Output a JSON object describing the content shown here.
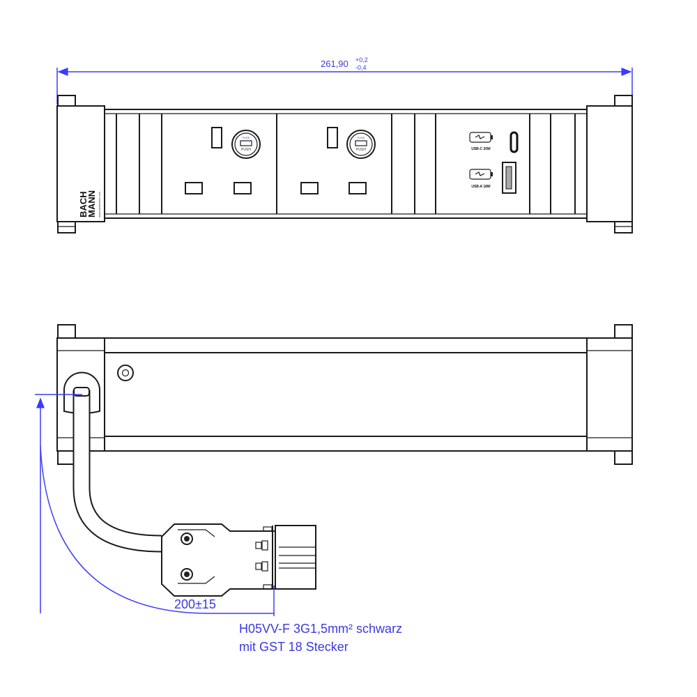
{
  "dimensions": {
    "overall_length": "261,90",
    "tolerance_upper": "+0,2",
    "tolerance_lower": "-0,4",
    "cable_length": "200±15"
  },
  "brand": {
    "line1": "BACH",
    "line2": "MANN",
    "url": "www.bachmann.com"
  },
  "socket": {
    "fuse_label": "FUSE",
    "push_label": "PUSH"
  },
  "usb": {
    "usb_c_label": "USB-C 20W",
    "usb_a_label": "USB-A 18W"
  },
  "cable_note": {
    "line1": "H05VV-F 3G1,5mm² schwarz",
    "line2": "mit GST 18 Stecker"
  },
  "colors": {
    "dimension": "#3a3aff",
    "outline": "#1a1a1a"
  }
}
